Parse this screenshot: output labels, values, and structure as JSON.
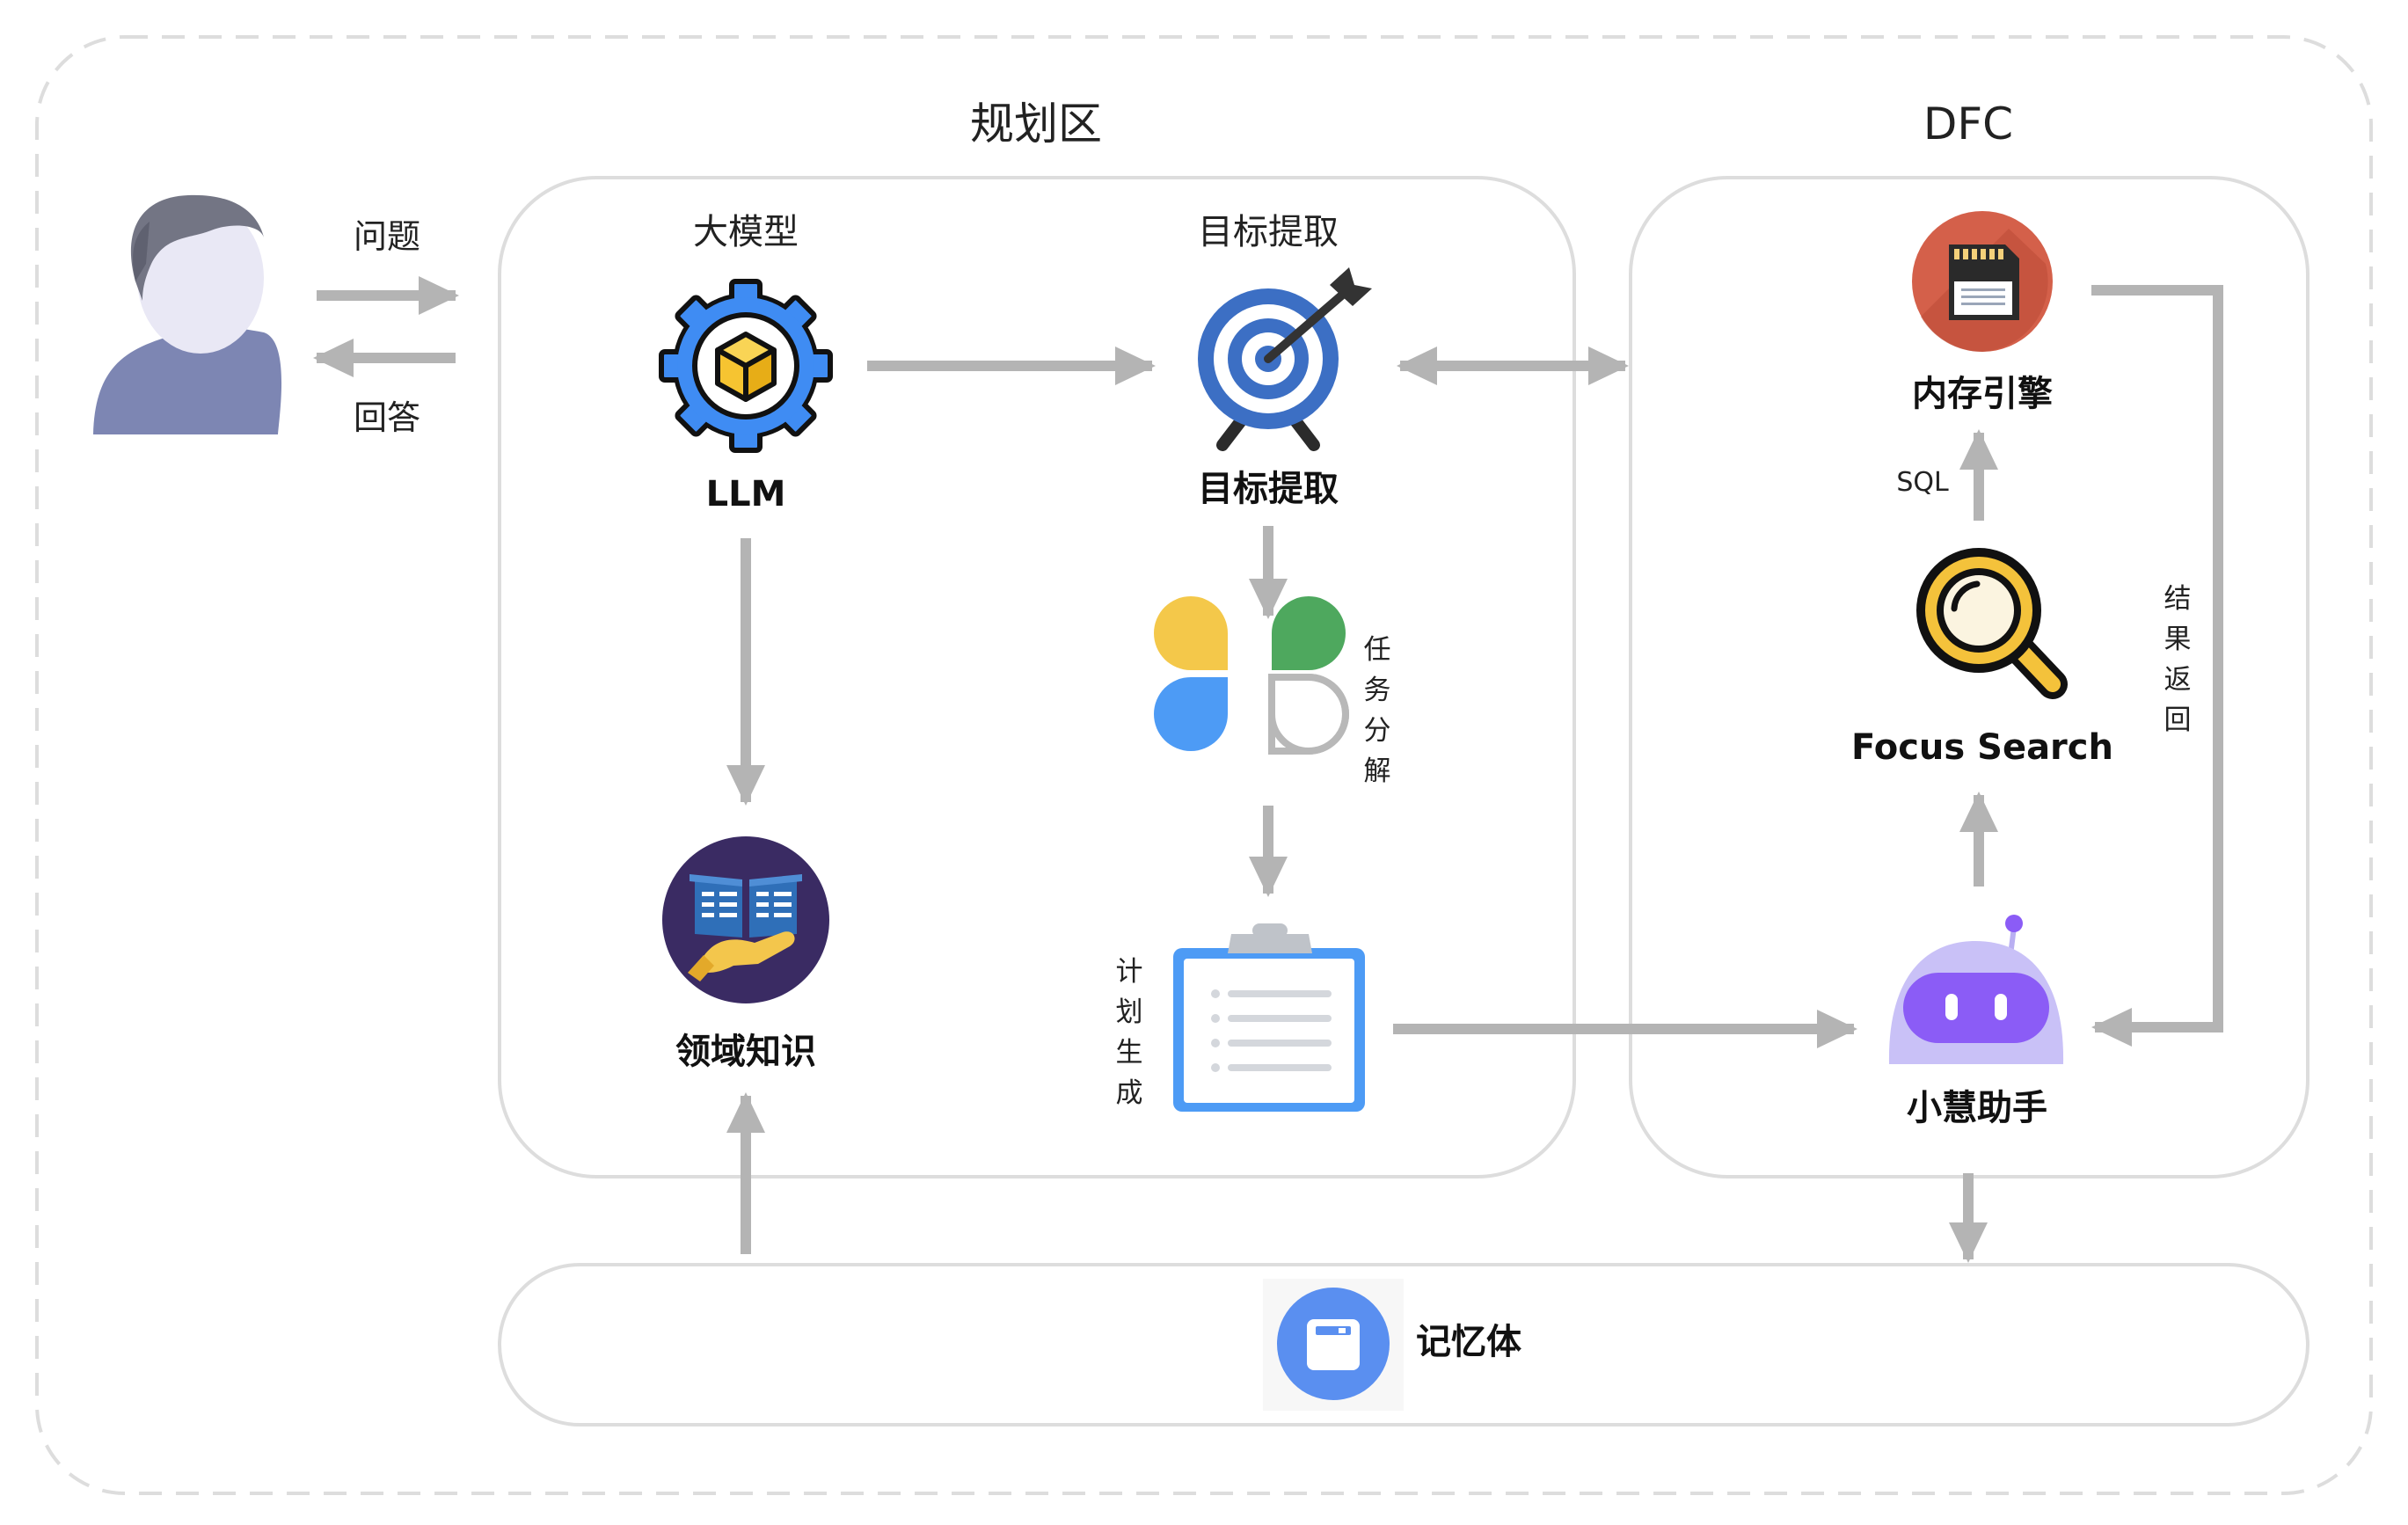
{
  "sections": {
    "planning": "规划区",
    "dfc": "DFC"
  },
  "user": {
    "question": "问题",
    "answer": "回答"
  },
  "planning": {
    "llm_caption": "大模型",
    "llm_label": "LLM",
    "target_caption": "目标提取",
    "target_label": "目标提取",
    "task_split": "任务分解",
    "plan_gen": "计划生成",
    "domain_knowledge": "领域知识"
  },
  "dfc": {
    "memory_engine": "内存引擎",
    "sql": "SQL",
    "focus_search": "Focus Search",
    "result_return": "结果返回",
    "assistant": "小慧助手"
  },
  "memory": {
    "label": "记忆体"
  },
  "colors": {
    "frame": "#dddddd",
    "box": "#dddddd",
    "arrow": "#b4b4b4",
    "gear": "#3f8cf3",
    "cube": "#f6c431",
    "target_blue": "#3c6fc4",
    "petal_yellow": "#f4c84a",
    "petal_green": "#4ea85e",
    "petal_blue": "#4d9bf5",
    "book_bg": "#3a2b63",
    "memory_engine_bg": "#d4604a",
    "magnifier": "#f4c23b",
    "robot_body": "#c9c1f7",
    "robot_face": "#8b5cf6",
    "memory_icon": "#5a8ff0"
  }
}
